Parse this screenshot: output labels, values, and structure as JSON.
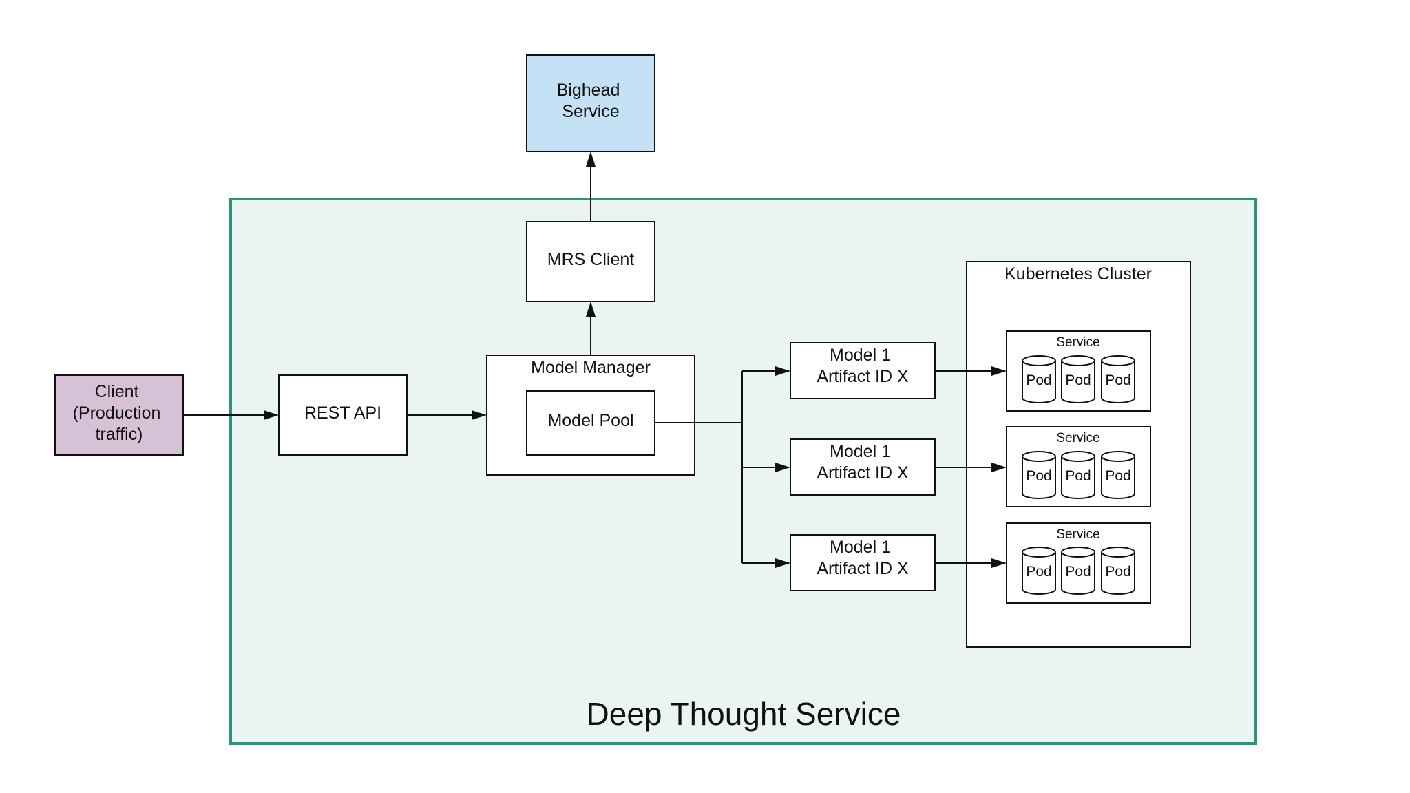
{
  "colors": {
    "bighead_fill": "#c5e1f5",
    "client_fill": "#d6c1d6",
    "deep_thought_fill": "#eaf4f3",
    "deep_thought_border": "#25967a",
    "box_fill": "#ffffff",
    "stroke": "#111111"
  },
  "nodes": {
    "bighead_service": [
      "Bighead",
      "Service"
    ],
    "mrs_client": [
      "MRS Client"
    ],
    "client": [
      "Client",
      "(Production",
      "traffic)"
    ],
    "rest_api": [
      "REST API"
    ],
    "model_manager": [
      "Model Manager"
    ],
    "model_pool": [
      "Model Pool"
    ],
    "kubernetes_cluster": [
      "Kubernetes Cluster"
    ]
  },
  "models": [
    {
      "lines": [
        "Model 1",
        "Artifact ID X"
      ]
    },
    {
      "lines": [
        "Model 1",
        "Artifact ID X"
      ]
    },
    {
      "lines": [
        "Model 1",
        "Artifact ID X"
      ]
    }
  ],
  "services": [
    {
      "label": "Service",
      "pods": [
        "Pod",
        "Pod",
        "Pod"
      ]
    },
    {
      "label": "Service",
      "pods": [
        "Pod",
        "Pod",
        "Pod"
      ]
    },
    {
      "label": "Service",
      "pods": [
        "Pod",
        "Pod",
        "Pod"
      ]
    }
  ],
  "deep_thought_label": "Deep Thought Service"
}
